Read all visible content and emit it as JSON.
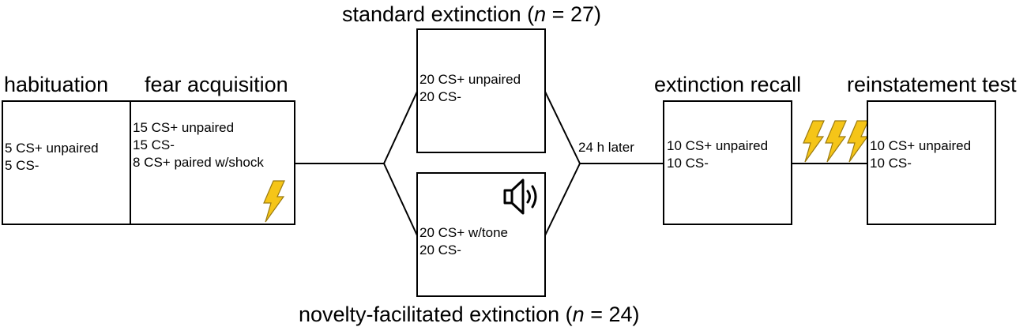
{
  "phases": {
    "habituation": {
      "title": "habituation",
      "lines": [
        "5 CS+ unpaired",
        "5 CS-"
      ]
    },
    "acquisition": {
      "title": "fear acquisition",
      "lines": [
        "15 CS+ unpaired",
        "15 CS-",
        "8 CS+ paired w/shock"
      ]
    },
    "standard": {
      "title_text": "standard extinction (",
      "n_symbol": "n",
      "n_value": " = 27)",
      "lines": [
        "20 CS+ unpaired",
        "20 CS-"
      ]
    },
    "novelty": {
      "title_text": "novelty-facilitated extinction (",
      "n_symbol": "n",
      "n_value": " = 24)",
      "lines": [
        "20 CS+ w/tone",
        "20 CS-"
      ]
    },
    "recall": {
      "title": "extinction recall",
      "lines": [
        "10 CS+ unpaired",
        "10  CS-"
      ]
    },
    "reinstatement": {
      "title": "reinstatement test",
      "lines": [
        "10 CS+ unpaired",
        "10  CS-"
      ]
    }
  },
  "delay_label": "24 h later",
  "icons": {
    "shock": "lightning-bolt-icon",
    "tone": "speaker-icon"
  },
  "colors": {
    "bolt_fill": "#F5C518",
    "bolt_stroke": "#9A7A10",
    "line": "#000000"
  }
}
